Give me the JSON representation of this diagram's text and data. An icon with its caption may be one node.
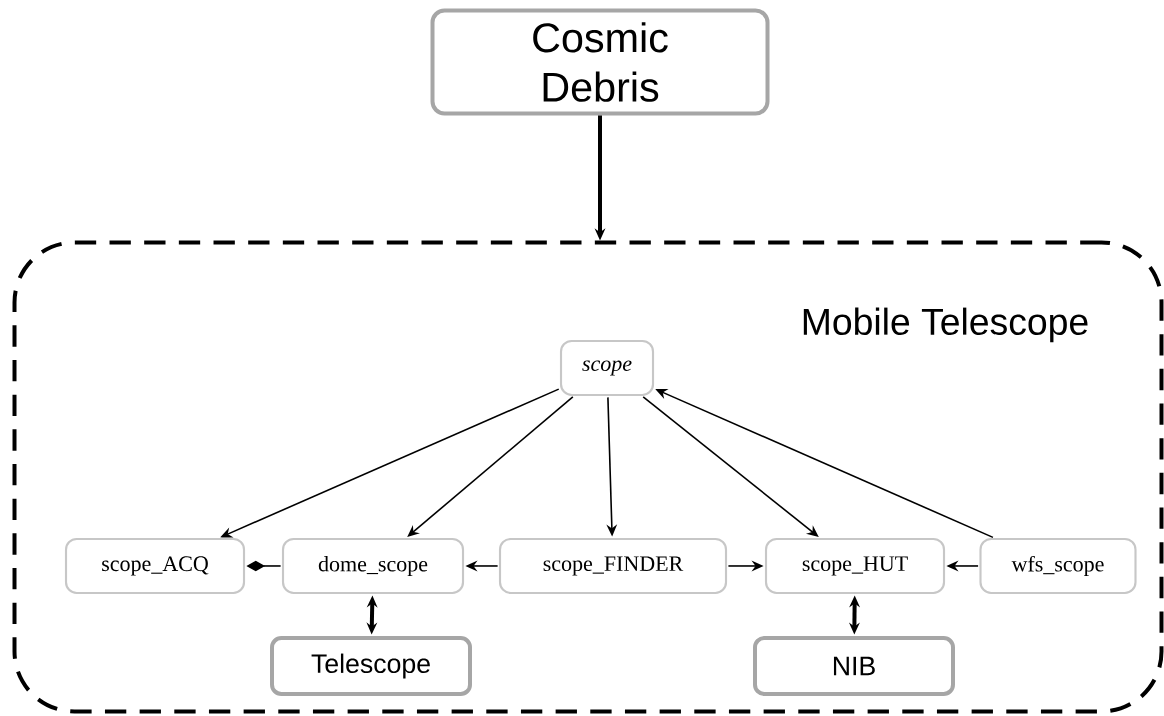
{
  "diagram": {
    "nodes": [
      {
        "text": [
          "Cosmic Debris"
        ]
      },
      {
        "text": [
          "Mobile Telescope"
        ]
      },
      {
        "text": [
          "scope"
        ],
        "in": 1
      },
      {
        "text": [
          "scope_ACQ"
        ],
        "in": 1
      },
      {
        "text": [
          "dome_scope"
        ],
        "in": 1
      },
      {
        "text": [
          "scope_FINDER"
        ],
        "in": 1
      },
      {
        "text": [
          "scope_HUT"
        ],
        "in": 1
      },
      {
        "text": [
          "wfs_scope"
        ],
        "in": 1
      },
      {
        "text": [
          "Telescope"
        ],
        "in": 1
      },
      {
        "text": [
          "NIB"
        ],
        "in": 1
      }
    ],
    "edges": [
      {
        "from": 0,
        "to": 1,
        "arrow": "to",
        "style": "thick"
      },
      {
        "from": 2,
        "to": 3,
        "arrow": "to"
      },
      {
        "from": 2,
        "to": 4,
        "arrow": "to"
      },
      {
        "from": 2,
        "to": 5,
        "arrow": "to"
      },
      {
        "from": 2,
        "to": 6,
        "arrow": "to"
      },
      {
        "from": 7,
        "to": 2,
        "arrow": "to"
      },
      {
        "from": 4,
        "to": 3,
        "arrow": "other"
      },
      {
        "from": 5,
        "to": 4,
        "arrow": "to"
      },
      {
        "from": 5,
        "to": 6,
        "arrow": "to"
      },
      {
        "from": 7,
        "to": 6,
        "arrow": "to"
      },
      {
        "from": 4,
        "to": 8,
        "arrow": "both",
        "style": "thick"
      },
      {
        "from": 6,
        "to": 9,
        "arrow": "both",
        "style": "thick"
      }
    ]
  }
}
